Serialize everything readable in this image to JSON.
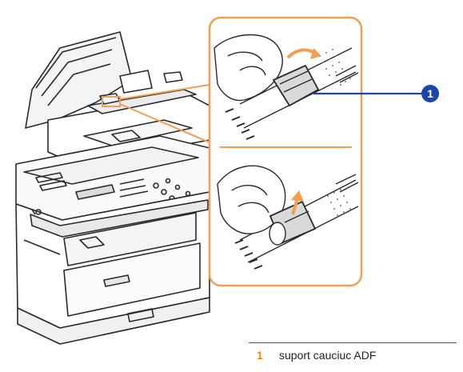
{
  "callout": {
    "number": "1",
    "badge_color": "#1a47a8"
  },
  "caption": {
    "number": "1",
    "text": "suport cauciuc ADF",
    "number_color": "#e8861a"
  },
  "colors": {
    "accent_orange": "#f0a050",
    "line_art": "#2a2a2a",
    "callout_line": "#1a47a8"
  },
  "icons": [
    "printer-illustration",
    "adf-rubber-pad",
    "hand-illustration",
    "arrow-up-icon",
    "arrow-right-icon"
  ]
}
